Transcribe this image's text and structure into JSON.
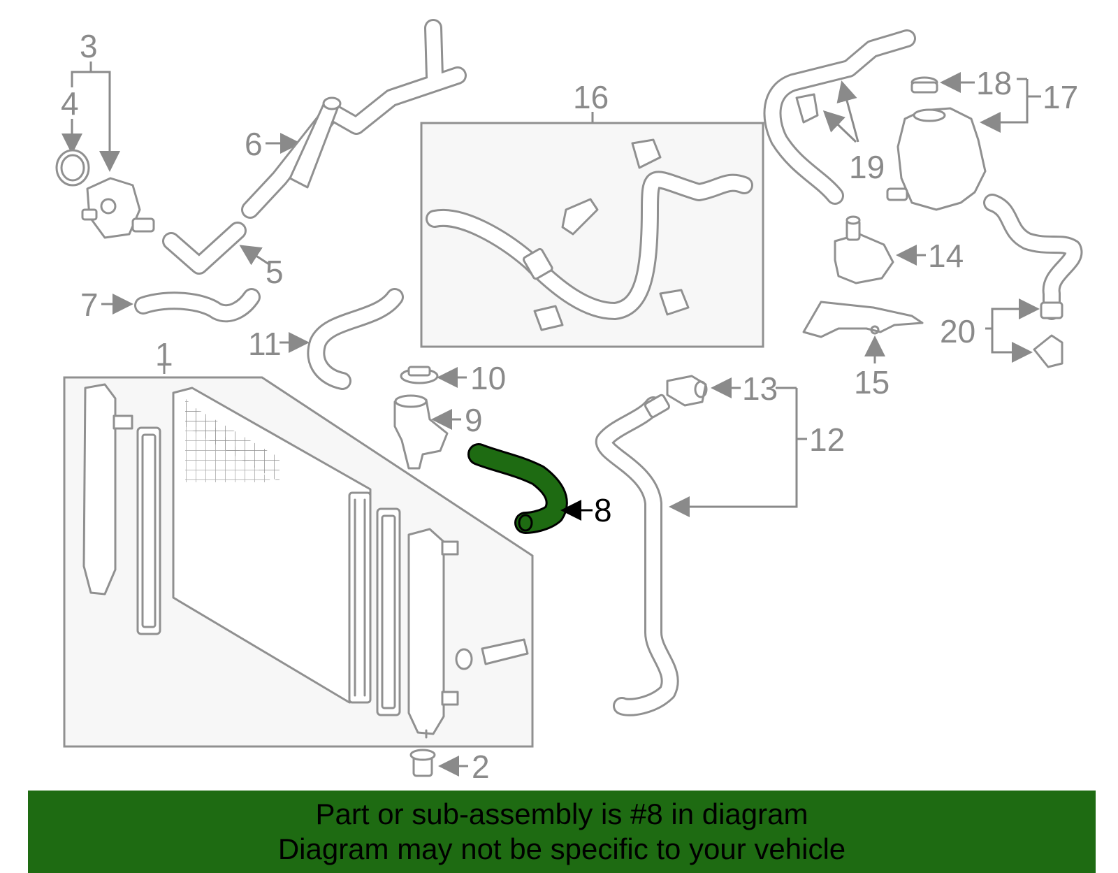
{
  "callouts": {
    "c1": "1",
    "c2": "2",
    "c3": "3",
    "c4": "4",
    "c5": "5",
    "c6": "6",
    "c7": "7",
    "c8": "8",
    "c9": "9",
    "c10": "10",
    "c11": "11",
    "c12": "12",
    "c13": "13",
    "c14": "14",
    "c15": "15",
    "c16": "16",
    "c17": "17",
    "c18": "18",
    "c19": "19",
    "c20": "20"
  },
  "highlight": {
    "part": "8",
    "color": "#1e6b12"
  },
  "banner": {
    "line1": "Part or sub-assembly is #8 in diagram",
    "line2": "Diagram may not be specific to your vehicle",
    "background": "#1e6b12"
  },
  "colors": {
    "line": "#909090",
    "label": "#8a8a8a",
    "panel": "#f7f7f7"
  }
}
